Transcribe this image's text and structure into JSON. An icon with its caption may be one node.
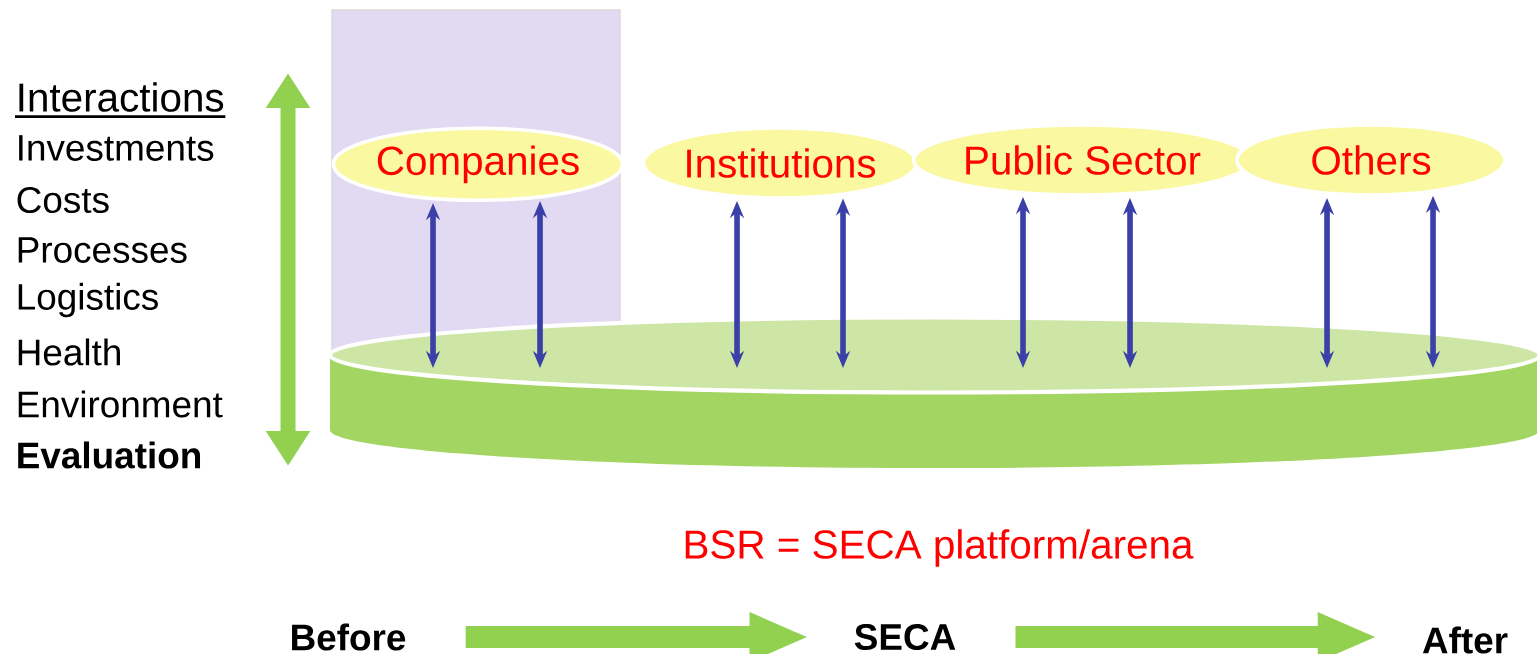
{
  "diagram": {
    "nodes": [
      {
        "text": [],
        "shape": "box"
      },
      {
        "text": [
          "Companies"
        ],
        "in": 0
      },
      {
        "text": [
          "Institutions"
        ]
      },
      {
        "text": [
          "Public Sector"
        ]
      },
      {
        "text": [
          "Others"
        ]
      },
      {
        "text": [],
        "shape": "cylinder"
      },
      {
        "text": [
          "Before"
        ]
      },
      {
        "text": [
          "SECA"
        ]
      },
      {
        "text": [
          "After"
        ]
      }
    ],
    "edges": [
      {
        "from": 1,
        "to": 5,
        "arrow": "both"
      },
      {
        "from": 1,
        "to": 5,
        "arrow": "both"
      },
      {
        "from": 2,
        "to": 5,
        "arrow": "both"
      },
      {
        "from": 2,
        "to": 5,
        "arrow": "both"
      },
      {
        "from": 3,
        "to": 5,
        "arrow": "both"
      },
      {
        "from": 3,
        "to": 5,
        "arrow": "both"
      },
      {
        "from": 4,
        "to": 5,
        "arrow": "both"
      },
      {
        "from": 4,
        "to": 5,
        "arrow": "both"
      },
      {
        "from": 6,
        "to": 7,
        "arrow": "to",
        "style": "thick",
        "color": "#92d050"
      },
      {
        "from": 7,
        "to": 8,
        "arrow": "to",
        "style": "thick",
        "color": "#92d050"
      }
    ],
    "labels": [
      "Interactions",
      "Investments",
      "Costs",
      "Processes",
      "Logistics",
      "Health",
      "Environment",
      "Evaluation",
      "BSR = SECA platform/arena"
    ]
  }
}
